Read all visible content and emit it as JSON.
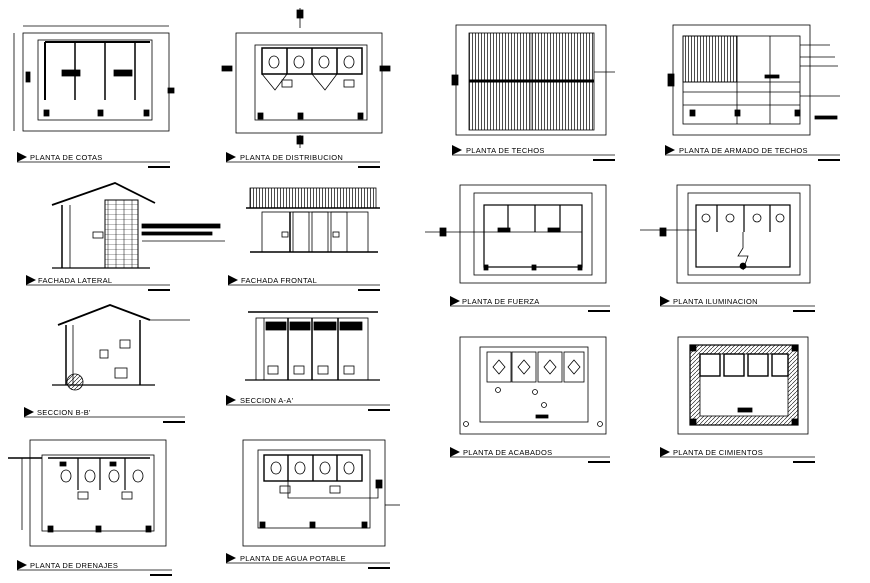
{
  "drawings": [
    {
      "id": "planta-cotas",
      "title": "PLANTA DE COTAS"
    },
    {
      "id": "planta-distribucion",
      "title": "PLANTA DE DISTRIBUCION"
    },
    {
      "id": "planta-techos",
      "title": "PLANTA DE TECHOS"
    },
    {
      "id": "planta-armado-techos",
      "title": "PLANTA DE ARMADO DE TECHOS"
    },
    {
      "id": "fachada-lateral",
      "title": "FACHADA LATERAL"
    },
    {
      "id": "fachada-frontal",
      "title": "FACHADA FRONTAL"
    },
    {
      "id": "planta-fuerza",
      "title": "PLANTA DE FUERZA"
    },
    {
      "id": "planta-iluminacion",
      "title": "PLANTA ILUMINACION"
    },
    {
      "id": "seccion-bb",
      "title": "SECCION B-B'"
    },
    {
      "id": "seccion-aa",
      "title": "SECCION A-A'"
    },
    {
      "id": "planta-acabados",
      "title": "PLANTA DE ACABADOS"
    },
    {
      "id": "planta-cimientos",
      "title": "PLANTA DE CIMIENTOS"
    },
    {
      "id": "planta-drenajes",
      "title": "PLANTA DE DRENAJES"
    },
    {
      "id": "planta-agua-potable",
      "title": "PLANTA DE AGUA POTABLE"
    }
  ]
}
